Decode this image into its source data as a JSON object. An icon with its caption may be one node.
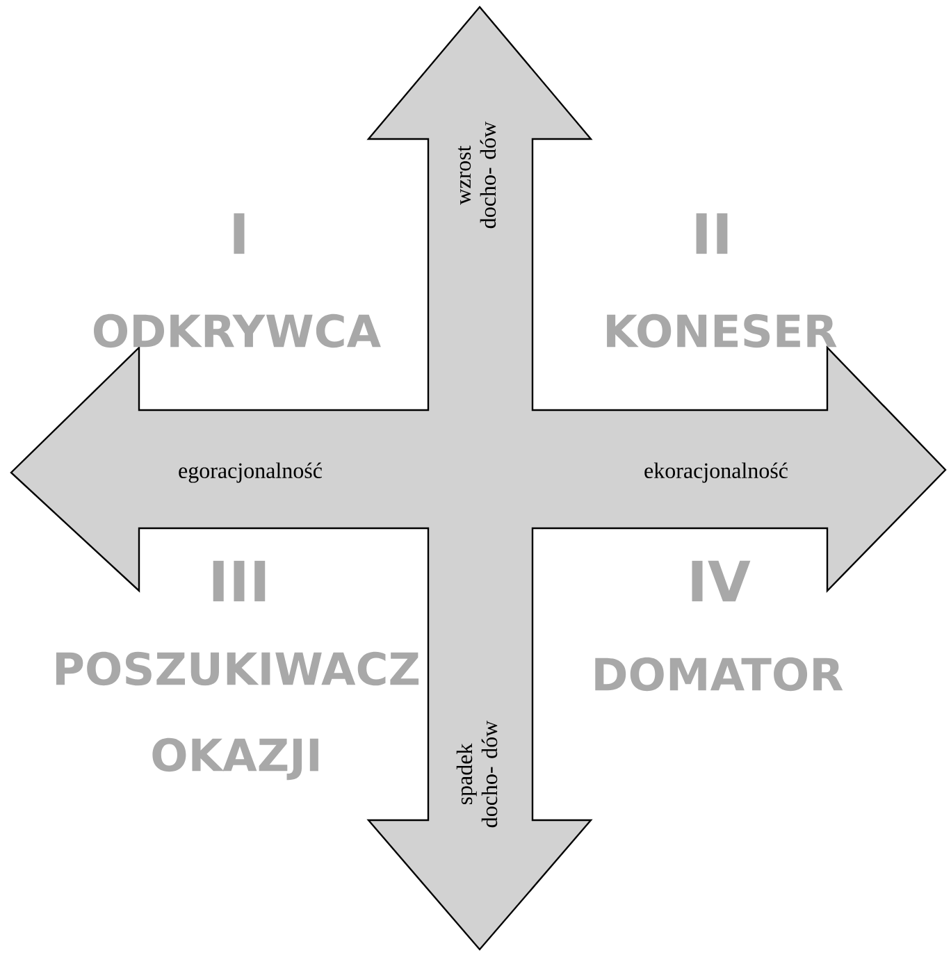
{
  "diagram": {
    "labels": [
      "wzrost docho- dów",
      "I",
      "ODKRYWCA",
      "II",
      "KONESER",
      "egoracjonalność",
      "ekoracjonalność",
      "III",
      "POSZUKIWACZ OKAZJI",
      "IV",
      "DOMATOR",
      "spadek docho- dów"
    ]
  }
}
